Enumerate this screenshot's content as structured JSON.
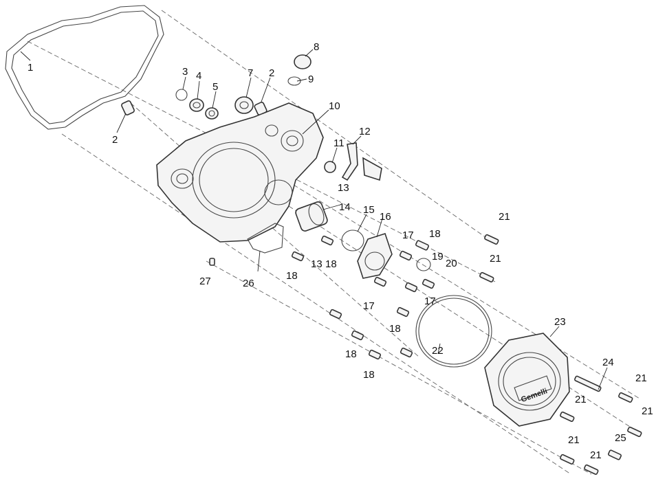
{
  "diagram": {
    "callouts": [
      {
        "label": "1"
      },
      {
        "label": "2"
      },
      {
        "label": "2"
      },
      {
        "label": "3"
      },
      {
        "label": "4"
      },
      {
        "label": "5"
      },
      {
        "label": "7"
      },
      {
        "label": "8"
      },
      {
        "label": "9"
      },
      {
        "label": "10"
      },
      {
        "label": "11"
      },
      {
        "label": "12"
      },
      {
        "label": "13"
      },
      {
        "label": "13"
      },
      {
        "label": "14"
      },
      {
        "label": "15"
      },
      {
        "label": "16"
      },
      {
        "label": "17"
      },
      {
        "label": "17"
      },
      {
        "label": "17"
      },
      {
        "label": "18"
      },
      {
        "label": "18"
      },
      {
        "label": "18"
      },
      {
        "label": "18"
      },
      {
        "label": "18"
      },
      {
        "label": "18"
      },
      {
        "label": "19"
      },
      {
        "label": "20"
      },
      {
        "label": "21"
      },
      {
        "label": "21"
      },
      {
        "label": "21"
      },
      {
        "label": "21"
      },
      {
        "label": "21"
      },
      {
        "label": "21"
      },
      {
        "label": "21"
      },
      {
        "label": "22"
      },
      {
        "label": "23"
      },
      {
        "label": "24"
      },
      {
        "label": "25"
      },
      {
        "label": "26"
      },
      {
        "label": "27"
      }
    ],
    "cover_logo_text": "Gemelli"
  }
}
